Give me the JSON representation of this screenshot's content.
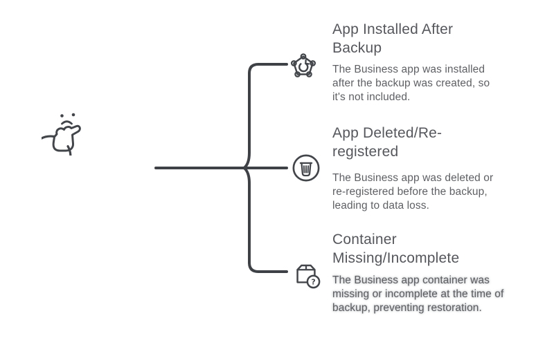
{
  "canvas": {
    "background": "#ffffff",
    "line_color": "#3e4145",
    "icon_color": "#42454a",
    "title_color": "#55575c",
    "body_color": "#5d5f63"
  },
  "root": {
    "icon": "thinking-face-icon"
  },
  "branches": [
    {
      "icon": "app-network-restore-icon",
      "title": "App Installed After Backup",
      "description": "The Business app was installed after the backup was created, so it's not included.",
      "highlighted": false
    },
    {
      "icon": "trash-icon",
      "title": "App Deleted/Re-registered",
      "description": "The Business app was deleted or re-registered before the backup, leading to data loss.",
      "highlighted": false
    },
    {
      "icon": "container-question-icon",
      "title": "Container Missing/Incomplete",
      "description": "The Business app container was missing or incomplete at the time of backup, preventing restoration.",
      "highlighted": true
    }
  ]
}
